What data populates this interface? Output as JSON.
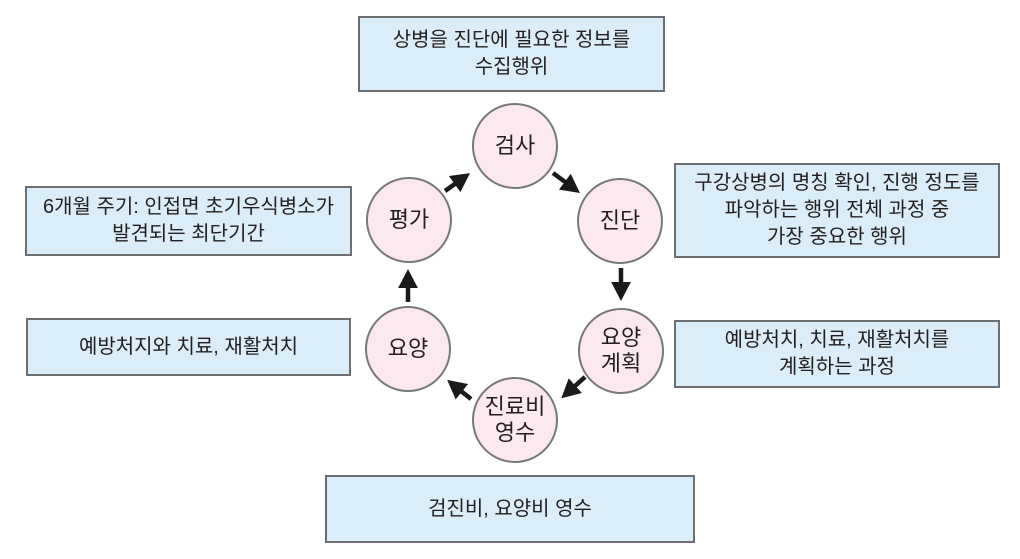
{
  "diagram": {
    "type": "cycle-flow",
    "cycle": [
      {
        "id": "examination",
        "label": "검사"
      },
      {
        "id": "diagnosis",
        "label": "진단"
      },
      {
        "id": "care-plan",
        "label": "요양\n계획"
      },
      {
        "id": "fee-receipt",
        "label": "진료비\n영수"
      },
      {
        "id": "care",
        "label": "요양"
      },
      {
        "id": "evaluation",
        "label": "평가"
      }
    ],
    "flow_sequence": [
      "검사",
      "진단",
      "요양 계획",
      "진료비 영수",
      "요양",
      "평가"
    ],
    "cyclic": true,
    "notes": {
      "top": "상병을 진단에 필요한 정보를\n수집행위",
      "right_top": "구강상병의 명칭 확인, 진행 정도를\n파악하는 행위 전체 과정 중\n가장 중요한 행위",
      "right_bottom": "예방처치, 치료, 재활처치를\n계획하는 과정",
      "left_top": "6개월 주기: 인접면 초기우식병소가\n발견되는 최단기간",
      "left_bottom": "예방처지와 치료, 재활처치",
      "bottom": "검진비, 요양비 영수"
    },
    "colors": {
      "note_box_fill": "#daedf8",
      "note_box_border": "#6d6e71",
      "circle_fill": "#fce8f0",
      "circle_border": "#76787a",
      "arrow": "#1a1a1a",
      "text": "#231f20",
      "background": "#ffffff"
    }
  }
}
